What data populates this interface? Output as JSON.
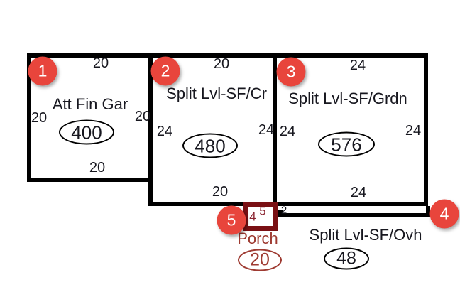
{
  "sketch": {
    "colors": {
      "background": "#ffffff",
      "line": "#000000",
      "marker_red": "#e8453c",
      "porch_border": "#7a1014",
      "porch_text": "#9e3a31",
      "text": "#17171f"
    },
    "areas": {
      "garage": {
        "marker": "1",
        "label": "Att Fin Gar",
        "area_value": "400",
        "dim_top": "20",
        "dim_left": "20",
        "dim_right": "20",
        "dim_bottom": "20"
      },
      "split_cr": {
        "marker": "2",
        "label": "Split Lvl-SF/Cr",
        "area_value": "480",
        "dim_top": "20",
        "dim_left": "24",
        "dim_right": "24",
        "dim_bottom": "20"
      },
      "split_grdn": {
        "marker": "3",
        "label": "Split Lvl-SF/Grdn",
        "area_value": "576",
        "dim_top": "24",
        "dim_left": "24",
        "dim_right": "24",
        "dim_bottom": "24"
      },
      "split_ovh": {
        "marker": "4",
        "label": "Split Lvl-SF/Ovh",
        "area_value": "48",
        "dim_height": "2"
      },
      "porch": {
        "marker": "5",
        "label": "Porch",
        "area_value": "20",
        "dim_width": "5",
        "dim_height": "4"
      }
    }
  }
}
